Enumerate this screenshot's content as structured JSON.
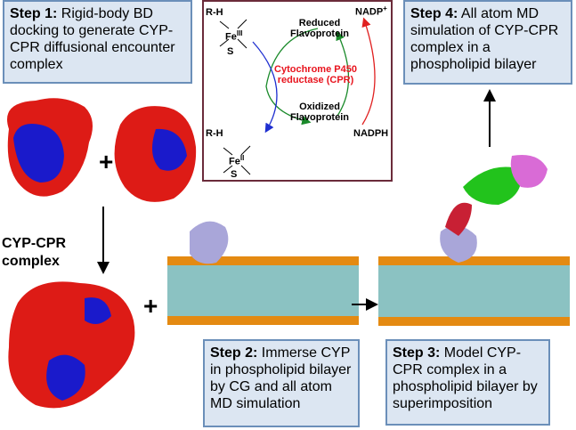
{
  "steps": {
    "step1": {
      "label": "Step 1:",
      "text": " Rigid-body BD docking to generate CYP-CPR diffusional encounter complex"
    },
    "step2": {
      "label": "Step 2:",
      "text": " Immerse CYP in phospholipid bilayer by CG and all atom MD simulation"
    },
    "step3": {
      "label": "Step 3:",
      "text": " Model CYP-CPR complex in a phospholipid bilayer by superimposition"
    },
    "step4": {
      "label": "Step 4:",
      "text": " All atom MD simulation of CYP-CPR complex in a phospholipid bilayer"
    }
  },
  "cycle": {
    "rh_top": "R-H",
    "fe_top": "Fe",
    "fe_top_sup": "III",
    "s_top": "S",
    "rh_bottom": "R-H",
    "fe_bottom": "Fe",
    "fe_bottom_sup": "II",
    "s_bottom": "S",
    "reduced": "Reduced Flavoprotein",
    "oxidized": "Oxidized Flavoprotein",
    "cpr_name": "Cytochrome P450 reductase (CPR)",
    "nadp": "NADP",
    "nadp_sup": "+",
    "nadph": "NADPH"
  },
  "complex_label": "CYP-CPR complex",
  "plus": "+",
  "colors": {
    "box_fill": "#dce6f2",
    "box_border": "#6b8fb9",
    "panel_border": "#6b2b3a",
    "surface_red": "#dd1b16",
    "surface_blue": "#1a1acb",
    "membrane_orange": "#e48a12",
    "lipid_teal": "#2b8f8f",
    "cpr_green": "#22c31c",
    "cpr_red": "#c82034",
    "cpr_pink": "#d96bd6",
    "cyp_lavender": "#a9a6d9"
  }
}
